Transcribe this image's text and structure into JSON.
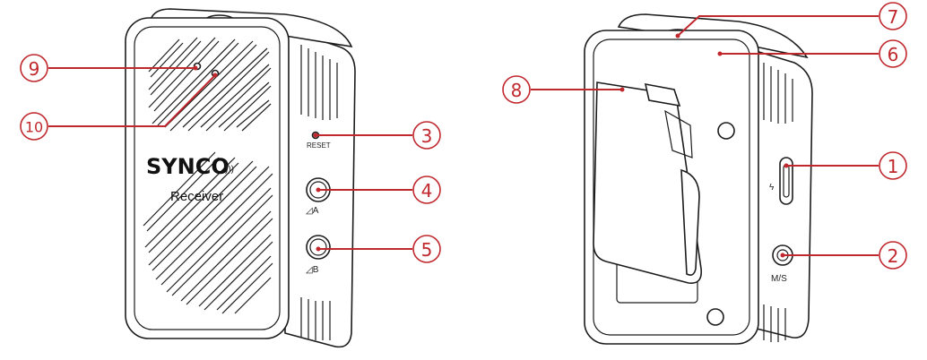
{
  "device_front": {
    "brand": "SYNCO",
    "model": "Receiver",
    "reset_label": "RESET",
    "button_a_label": "◿A",
    "button_b_label": "◿B"
  },
  "device_back": {
    "ms_label": "M/S"
  },
  "callouts": [
    {
      "id": "9",
      "label": "⑨"
    },
    {
      "id": "10",
      "label": "⑩"
    },
    {
      "id": "3",
      "label": "③"
    },
    {
      "id": "4",
      "label": "④"
    },
    {
      "id": "5",
      "label": "⑤"
    },
    {
      "id": "7",
      "label": "⑦"
    },
    {
      "id": "6",
      "label": "⑥"
    },
    {
      "id": "8",
      "label": "⑧"
    },
    {
      "id": "1",
      "label": "①"
    },
    {
      "id": "2",
      "label": "②"
    }
  ],
  "colors": {
    "callout": "#c0282d",
    "outline": "#1c1c1c",
    "background": "#ffffff"
  }
}
